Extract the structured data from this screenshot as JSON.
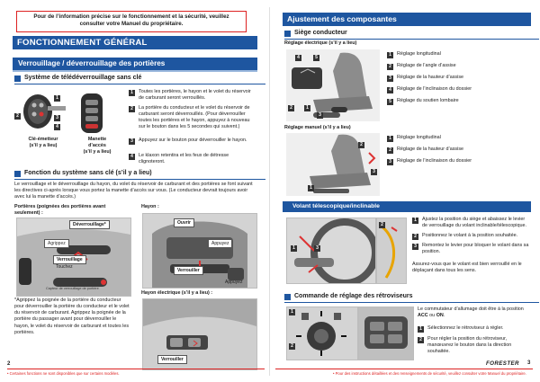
{
  "left": {
    "notice": "Pour de l’information précise sur le fonctionnement et la sécurité, veuillez consulter votre Manuel du propriétaire.",
    "main_title": "FONCTIONNEMENT GÉNÉRAL",
    "section_title": "Verrouillage / déverrouillage des portières",
    "keyless": {
      "heading": "Système de télédéverrouillage sans clé",
      "emitter_caption": "Clé-émetteur\n(s’il y a lieu)",
      "handle_caption": "Manette\nd’accès\n(s’il y a lieu)",
      "emitter_numbers": [
        "1",
        "2",
        "3",
        "4"
      ],
      "items": [
        {
          "n": "1",
          "text": "Toutes les portières, le hayon et le volet du réservoir de carburant seront verrouillés."
        },
        {
          "n": "2",
          "text": "La portière du conducteur et le volet du réservoir de carburant seront déverrouillés. (Pour déverrouiller toutes les portières et le hayon, appuyez à nouveau sur le bouton dans les 5 secondes qui suivent.)"
        },
        {
          "n": "3",
          "text": "Appuyez sur le bouton pour déverrouiller le hayon."
        },
        {
          "n": "4",
          "text": "Le klaxon retentira et les feux de détresse clignoteront."
        }
      ]
    },
    "keyless_access": {
      "heading": "Fonction du système sans clé (s’il y a lieu)",
      "paragraph": "Le verrouillage et le déverrouillage du hayon, du volet du réservoir de carburant et des portières se font suivant les directives ci-après lorsque vous portez la manette d’accès sur vous. (Le conducteur devrait toujours avoir avec lui la manette d’accès.)"
    },
    "doors": {
      "title": "Portières (poignées des portières avant seulement) :",
      "unlock_label": "Déverrouillage*",
      "grip_label": "Agrippez",
      "lock_label": "Verrouillage",
      "touch_label": "Touchez",
      "sensor_caption": "Capteur de verrouillage de portière",
      "footnote": "*Agrippez la poignée de la portière du conducteur pour déverrouiller la portière du conducteur et le volet du réservoir de carburant. Agrippez la poignée de la portière du passager avant pour déverrouiller le hayon, le volet du réservoir de carburant et toutes les portières."
    },
    "hatch": {
      "title": "Hayon :",
      "open_label": "Ouvrir",
      "press_label": "Appuyez",
      "lock_label": "Verrouiller",
      "press_label_2": "Appuyez",
      "inside_title": "Hayon électrique (s’il y a lieu) :",
      "lock_label_2": "Verrouiller"
    },
    "page_number": "2",
    "footer_note": "• Certaines fonctions ne sont disponibles que sur certains modèles."
  },
  "right": {
    "section_title": "Ajustement des composantes",
    "seat": {
      "heading": "Siège conducteur",
      "power_title": "Réglage électrique (s’il y a lieu)",
      "power_items": [
        {
          "n": "1",
          "text": "Réglage longitudinal"
        },
        {
          "n": "2",
          "text": "Réglage de l’angle d’assise"
        },
        {
          "n": "3",
          "text": "Réglage de la hauteur d’assise"
        },
        {
          "n": "4",
          "text": "Réglage de l’inclinaison du dossier"
        },
        {
          "n": "5",
          "text": "Réglage du soutien lombaire"
        }
      ],
      "manual_title": "Réglage manuel (s’il y a lieu)",
      "manual_items": [
        {
          "n": "1",
          "text": "Réglage longitudinal"
        },
        {
          "n": "2",
          "text": "Réglage de la hauteur d’assise"
        },
        {
          "n": "3",
          "text": "Réglage de l’inclinaison du dossier"
        }
      ]
    },
    "wheel": {
      "heading": "Volant télescopique/inclinable",
      "items": [
        {
          "n": "1",
          "text": "Ajustez la position du siège et abaissez le levier de verrouillage du volant inclinable/télescopique."
        },
        {
          "n": "2",
          "text": "Positionnez le volant à la position souhaitée."
        },
        {
          "n": "3",
          "text": "Remontez le levier pour bloquer le volant dans sa position."
        }
      ],
      "note": "Assurez-vous que le volant est bien verrouillé en le déplaçant dans tous les sens."
    },
    "mirrors": {
      "heading": "Commande de réglage des rétroviseurs",
      "intro_pre": "Le commutateur d’allumage doit être à la position ",
      "intro_acc": "ACC",
      "intro_mid": " ou ",
      "intro_on": "ON",
      "intro_end": ".",
      "items": [
        {
          "n": "1",
          "text": "Sélectionnez le rétroviseur à régler."
        },
        {
          "n": "2",
          "text": "Pour régler la position du rétroviseur, manœuvrez le bouton dans la direction souhaitée."
        }
      ]
    },
    "brand": "FORESTER",
    "page_number": "3",
    "footer_note": "• Pour des instructions détaillées et des renseignements de sécurité, veuillez consulter votre Manuel du propriétaire."
  },
  "colors": {
    "accent_blue": "#1e56a0",
    "footer_red": "#d22222",
    "dark_square": "#333333"
  }
}
